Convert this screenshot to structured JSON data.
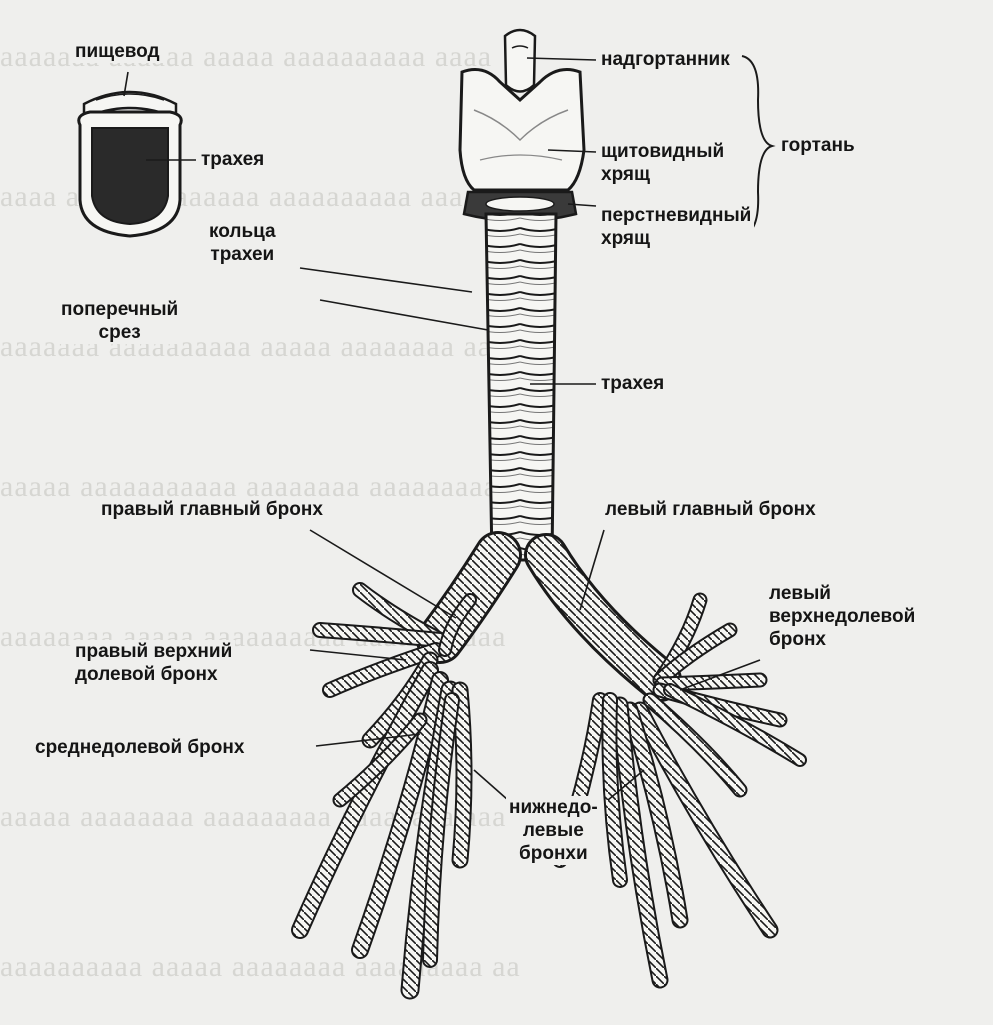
{
  "labels": {
    "esophagus": "пищевод",
    "trachea_cross": "трахея",
    "tracheal_rings_1": "кольца",
    "tracheal_rings_2": "трахеи",
    "cross_section_1": "поперечный",
    "cross_section_2": "срез",
    "epiglottis": "надгортанник",
    "thyroid_cartilage_1": "щитовидный",
    "thyroid_cartilage_2": "хрящ",
    "larynx": "гортань",
    "cricoid_cartilage_1": "перстневидный",
    "cricoid_cartilage_2": "хрящ",
    "trachea": "трахея",
    "right_main_bronchus": "правый главный  бронх",
    "left_main_bronchus": "левый главный бронх",
    "left_upper_lobe_1": "левый",
    "left_upper_lobe_2": "верхнедолевой",
    "left_upper_lobe_3": "бронх",
    "right_upper_lobe_1": "правый верхний",
    "right_upper_lobe_2": "долевой бронх",
    "middle_lobe": "среднедолевой бронх",
    "lower_lobe_1": "нижнедо-",
    "lower_lobe_2": "левые",
    "lower_lobe_3": "бронхи"
  },
  "colors": {
    "ink": "#151515",
    "background": "#efefed",
    "cartilage": "#f6f6f3",
    "lumen": "#2a2a2a"
  }
}
